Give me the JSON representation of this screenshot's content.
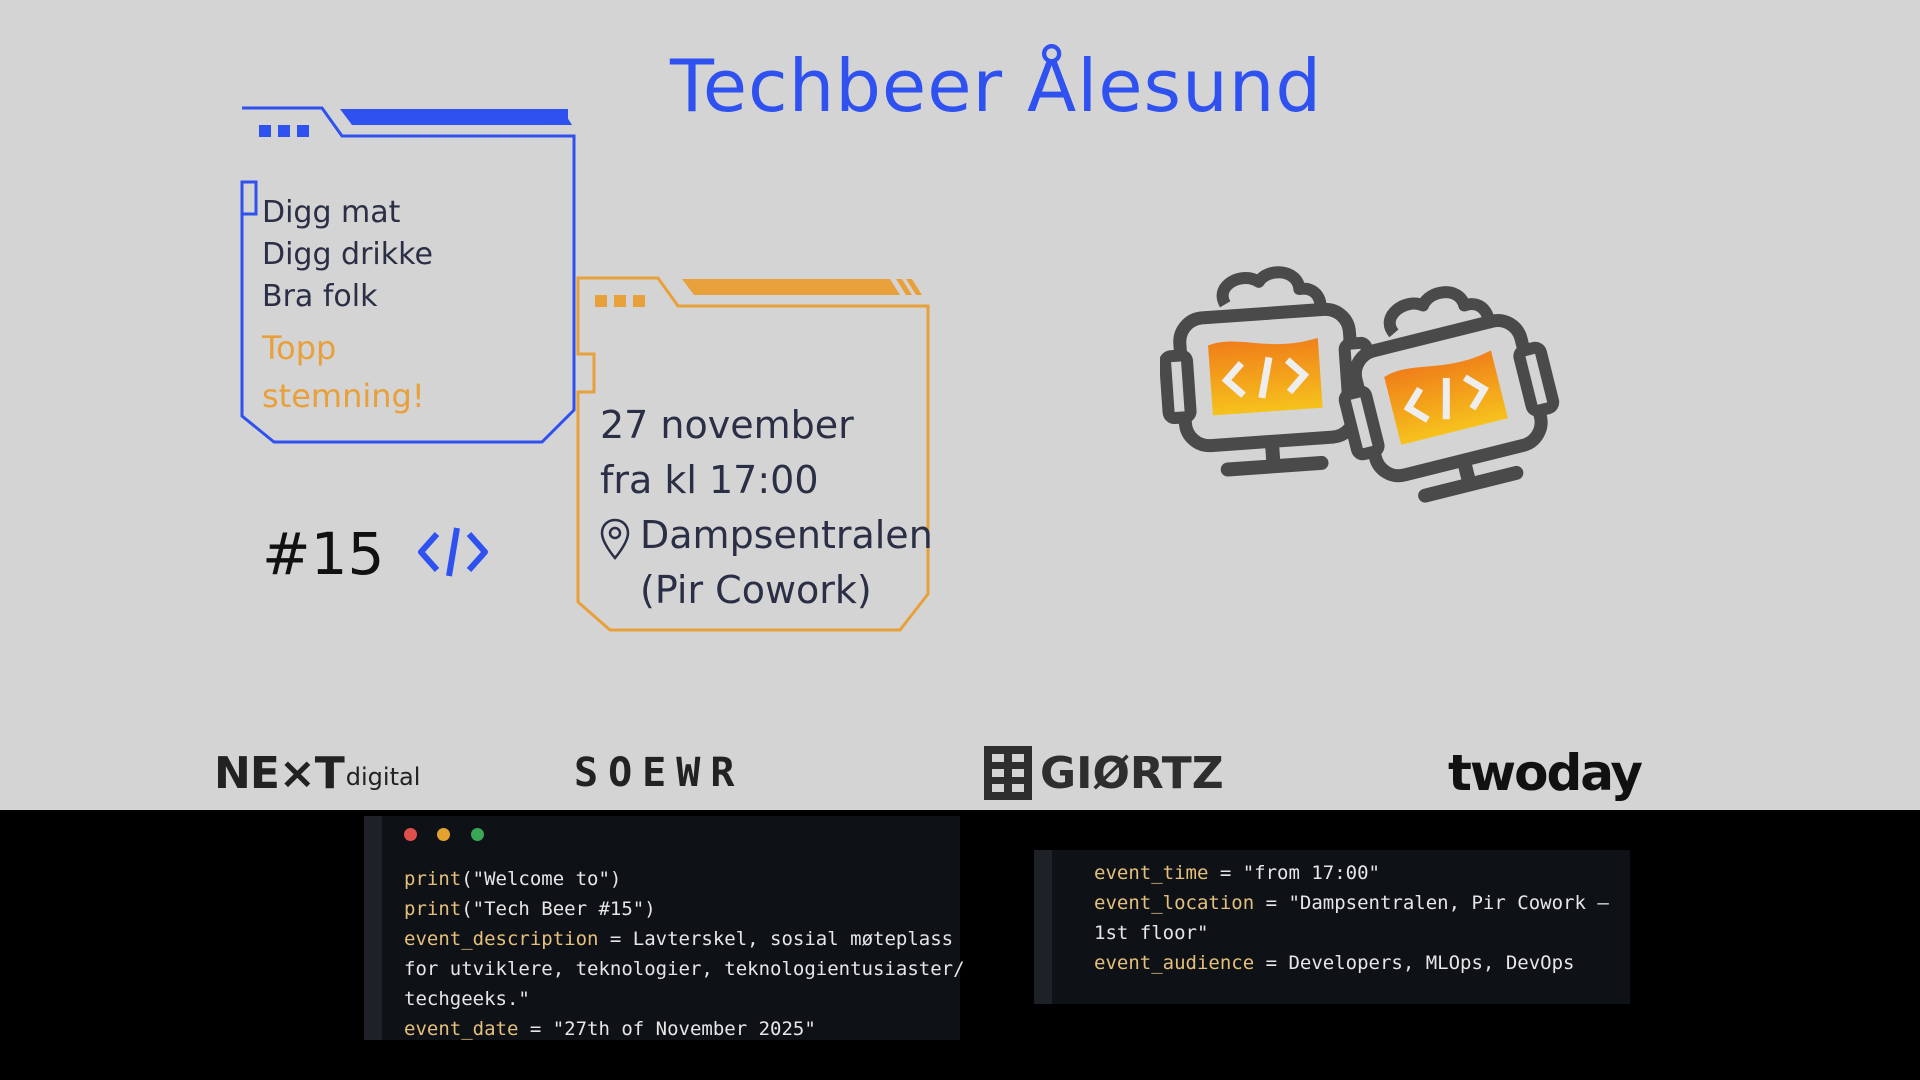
{
  "title": "Techbeer Ålesund",
  "blue_card": {
    "items": [
      "Digg mat",
      "Digg drikke",
      "Bra folk"
    ],
    "highlight": "Topp stemning!"
  },
  "tag": {
    "number": "#15",
    "icon": "code-brackets-icon"
  },
  "event_card": {
    "date": "27 november",
    "time": "fra kl 17:00",
    "location": "Dampsentralen",
    "location_sub": "(Pir Cowork)"
  },
  "sponsors": {
    "next_main": "NE×T",
    "next_sub": "digital",
    "soeowr": "SOEWR",
    "giortz": "GIØRTZ",
    "twoday": "twoday"
  },
  "code_left": {
    "lines": [
      {
        "fn": "print",
        "rest": "(\"Welcome to\")"
      },
      {
        "fn": "print",
        "rest": "(\"Tech Beer #15\")"
      },
      {
        "fn": "event_description",
        "rest": " = Lavterskel, sosial møteplass"
      },
      {
        "fn": "",
        "rest": "for utviklere, teknologier, teknologientusiaster/"
      },
      {
        "fn": "",
        "rest": "techgeeks.\""
      },
      {
        "fn": "event_date",
        "rest": " = \"27th of November 2025\""
      }
    ]
  },
  "code_right": {
    "lines": [
      {
        "fn": "event_time",
        "rest": " = \"from 17:00\""
      },
      {
        "fn": "event_location",
        "rest": " = \"Dampsentralen, Pir Cowork –"
      },
      {
        "fn": "",
        "rest": "1st floor\""
      },
      {
        "fn": "event_audience",
        "rest": " = Developers, MLOps, DevOps"
      }
    ]
  },
  "colors": {
    "blue": "#2f51f0",
    "orange": "#e8a03a",
    "dark": "#2a2f45"
  }
}
